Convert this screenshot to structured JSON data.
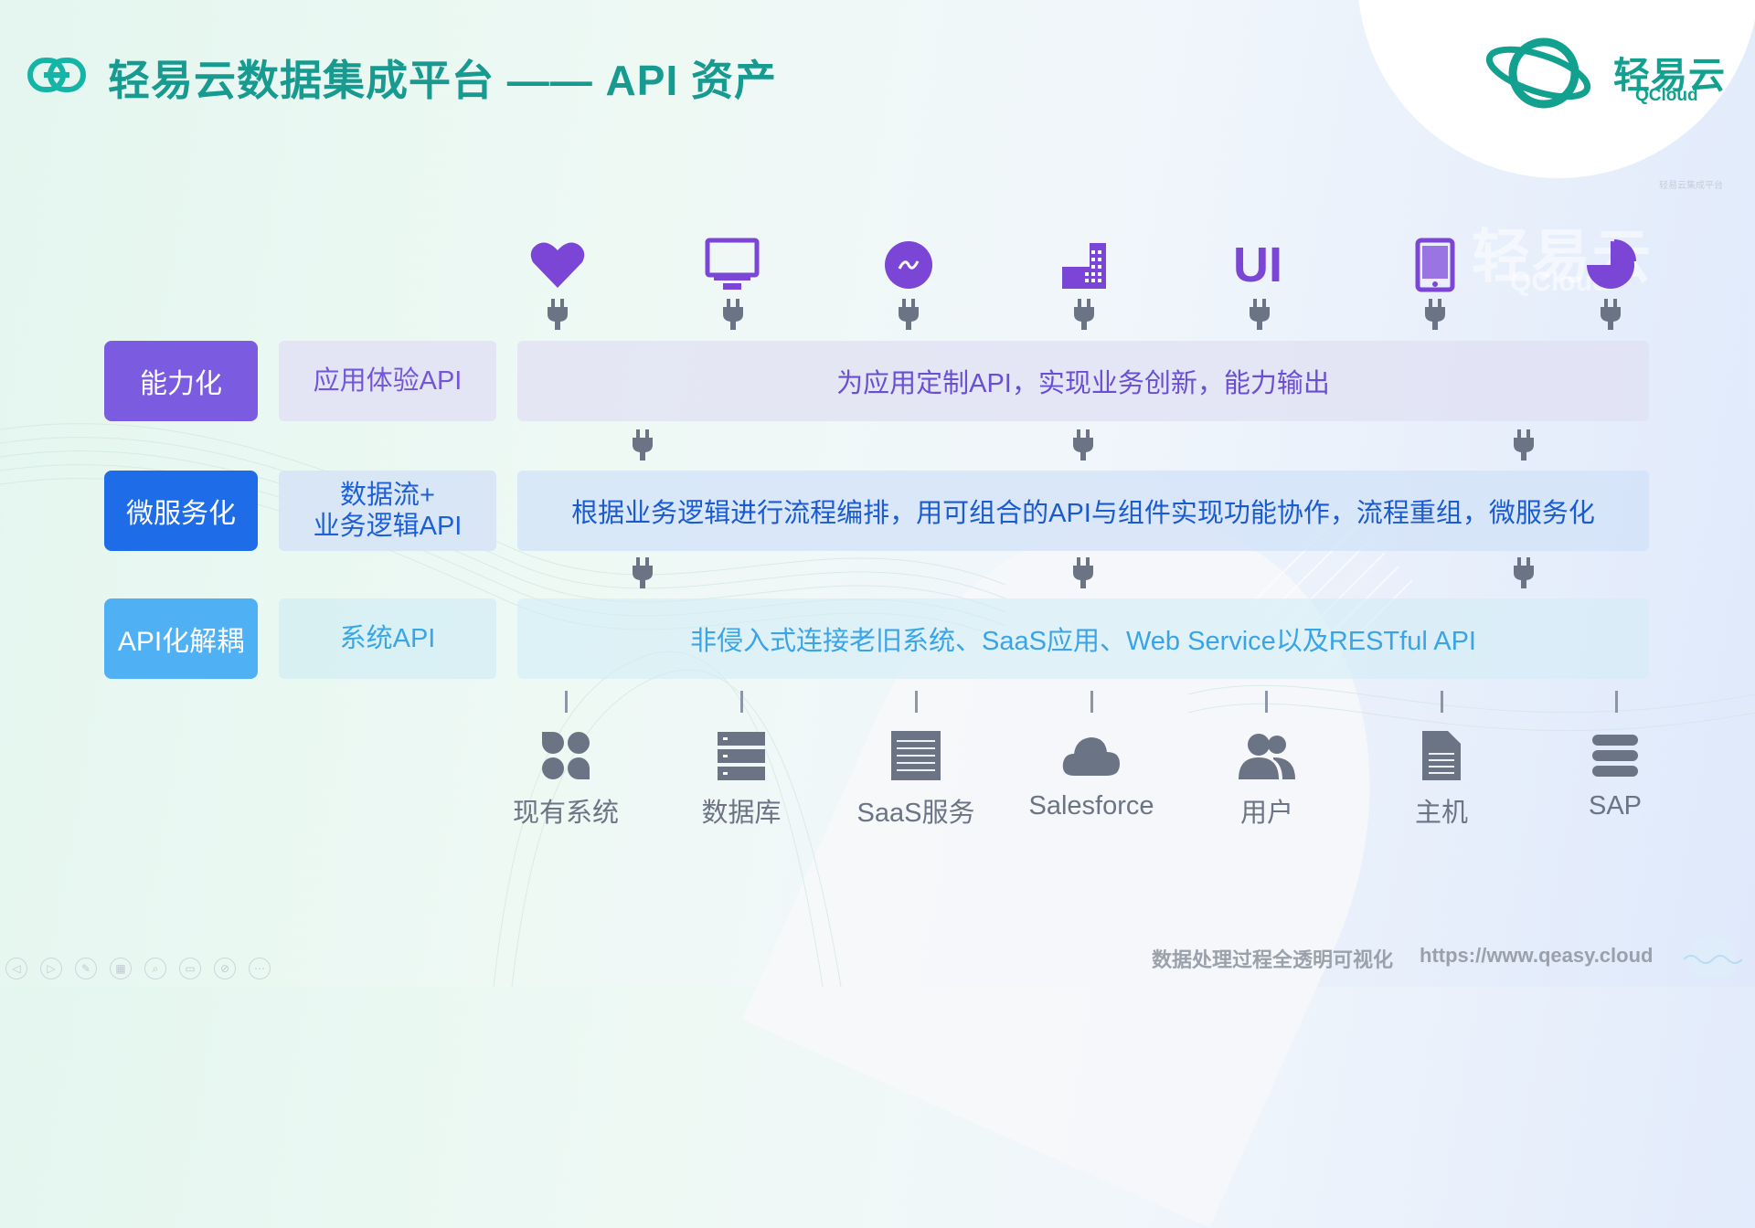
{
  "title": "轻易云数据集成平台 —— API 资产",
  "logo": {
    "cn": "轻易云",
    "en": "QCloud",
    "small": "轻易云集成平台"
  },
  "watermark": {
    "cn": "轻易云",
    "en": "QCloud"
  },
  "top_icons": [
    "heart-icon",
    "monitor-icon",
    "pulse-circle-icon",
    "building-icon",
    "ui-text-icon",
    "tablet-icon",
    "pie-chart-icon"
  ],
  "top_icon_ui_text": "UI",
  "rows": [
    {
      "label": "能力化",
      "api": "应用体验API",
      "desc": "为应用定制API，实现业务创新，能力输出"
    },
    {
      "label": "微服务化",
      "api_line1": "数据流+",
      "api_line2": "业务逻辑API",
      "desc": "根据业务逻辑进行流程编排，用可组合的API与组件实现功能协作，流程重组，微服务化"
    },
    {
      "label": "API化解耦",
      "api": "系统API",
      "desc": "非侵入式连接老旧系统、SaaS应用、Web Service以及RESTful API"
    }
  ],
  "systems": [
    {
      "label": "现有系统",
      "icon": "grid-blocks-icon"
    },
    {
      "label": "数据库",
      "icon": "database-server-icon"
    },
    {
      "label": "SaaS服务",
      "icon": "document-window-icon"
    },
    {
      "label": "Salesforce",
      "icon": "cloud-icon"
    },
    {
      "label": "用户",
      "icon": "users-icon"
    },
    {
      "label": "主机",
      "icon": "file-icon"
    },
    {
      "label": "SAP",
      "icon": "stack-icon"
    }
  ],
  "footer": {
    "slogan": "数据处理过程全透明可视化",
    "url": "https://www.qeasy.cloud"
  },
  "colors": {
    "brand": "#179a8f",
    "row1": "#7b5ce0",
    "row2": "#1f6ce8",
    "row3": "#4fb0f4",
    "icon_purple": "#7b45d6",
    "icon_gray": "#6b7484"
  }
}
